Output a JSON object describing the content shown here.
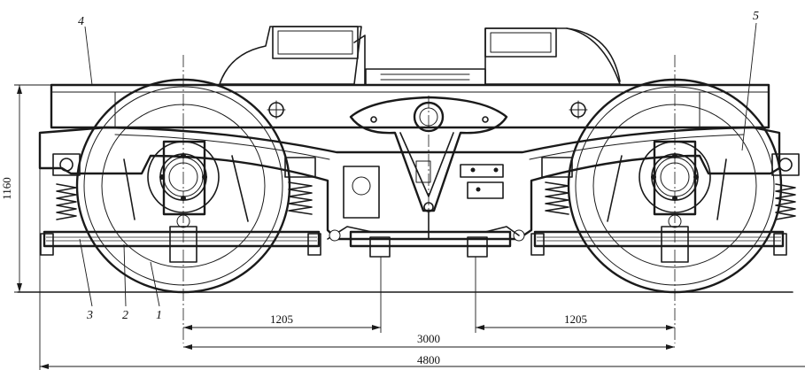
{
  "figure": {
    "part_labels": [
      "1",
      "2",
      "3",
      "4",
      "5"
    ],
    "dimensions": {
      "height": "1160",
      "half_base_left": "1205",
      "half_base_right": "1205",
      "wheelbase": "3000",
      "overall_length": "4800"
    }
  }
}
